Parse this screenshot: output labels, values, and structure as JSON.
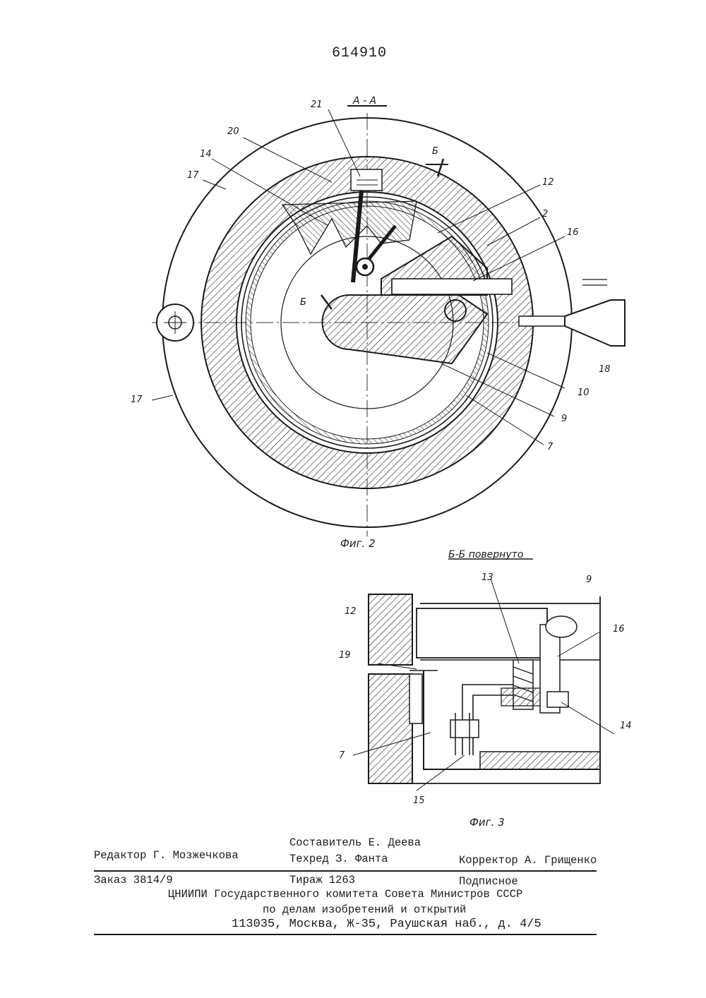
{
  "patent_number": "614910",
  "figure2": {
    "section_title": "А - А",
    "section_mark": "Б",
    "caption": "Фиг. 2",
    "labels": [
      "21",
      "20",
      "14",
      "17",
      "12",
      "2",
      "16",
      "Б",
      "18",
      "17",
      "10",
      "9",
      "7"
    ]
  },
  "figure3": {
    "section_title": "Б-Б повернуто",
    "caption": "Фиг. 3",
    "labels": [
      "13",
      "9",
      "12",
      "16",
      "19",
      "14",
      "7",
      "15"
    ]
  },
  "imprint": {
    "editor": "Редактор Г. Мозжечкова",
    "compiler": "Составитель Е. Деева",
    "techred": "Техред З. Фанта",
    "corrector": "Корректор А. Грищенко",
    "order": "Заказ 3814/9",
    "print_run": "Тираж 1263",
    "subscription": "Подписное",
    "org_line1": "ЦНИИПИ Государственного комитета Совета Министров СССР",
    "org_line2": "по делам изобретений и открытий",
    "address": "113035, Москва, Ж-35, Раушская наб., д. 4/5"
  }
}
